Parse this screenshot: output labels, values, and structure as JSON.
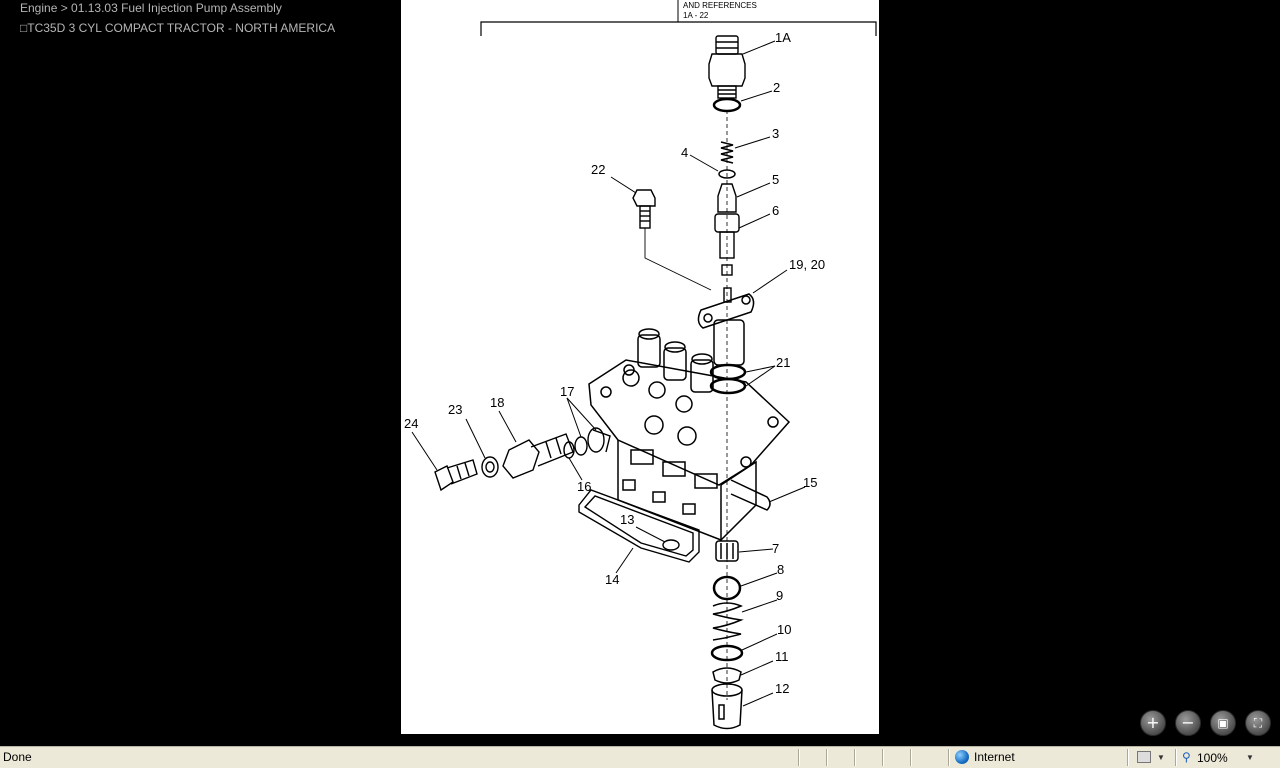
{
  "header": {
    "breadcrumb": "Engine > 01.13.03 Fuel Injection Pump Assembly",
    "subtitle": "□TC35D 3 CYL COMPACT TRACTOR - NORTH AMERICA"
  },
  "diagram": {
    "header_line1": "AND REFERENCES",
    "header_line2": "1A - 22",
    "callouts": [
      "1A",
      "2",
      "3",
      "4",
      "5",
      "6",
      "19, 20",
      "21",
      "22",
      "17",
      "18",
      "23",
      "24",
      "16",
      "15",
      "13",
      "14",
      "7",
      "8",
      "9",
      "10",
      "11",
      "12"
    ]
  },
  "controls": {
    "zoom_in": "+",
    "zoom_out": "−",
    "save": "▣",
    "fit": "⛶"
  },
  "statusbar": {
    "status": "Done",
    "zone": "Internet",
    "zoom": "100%",
    "dropdown": "▼"
  }
}
